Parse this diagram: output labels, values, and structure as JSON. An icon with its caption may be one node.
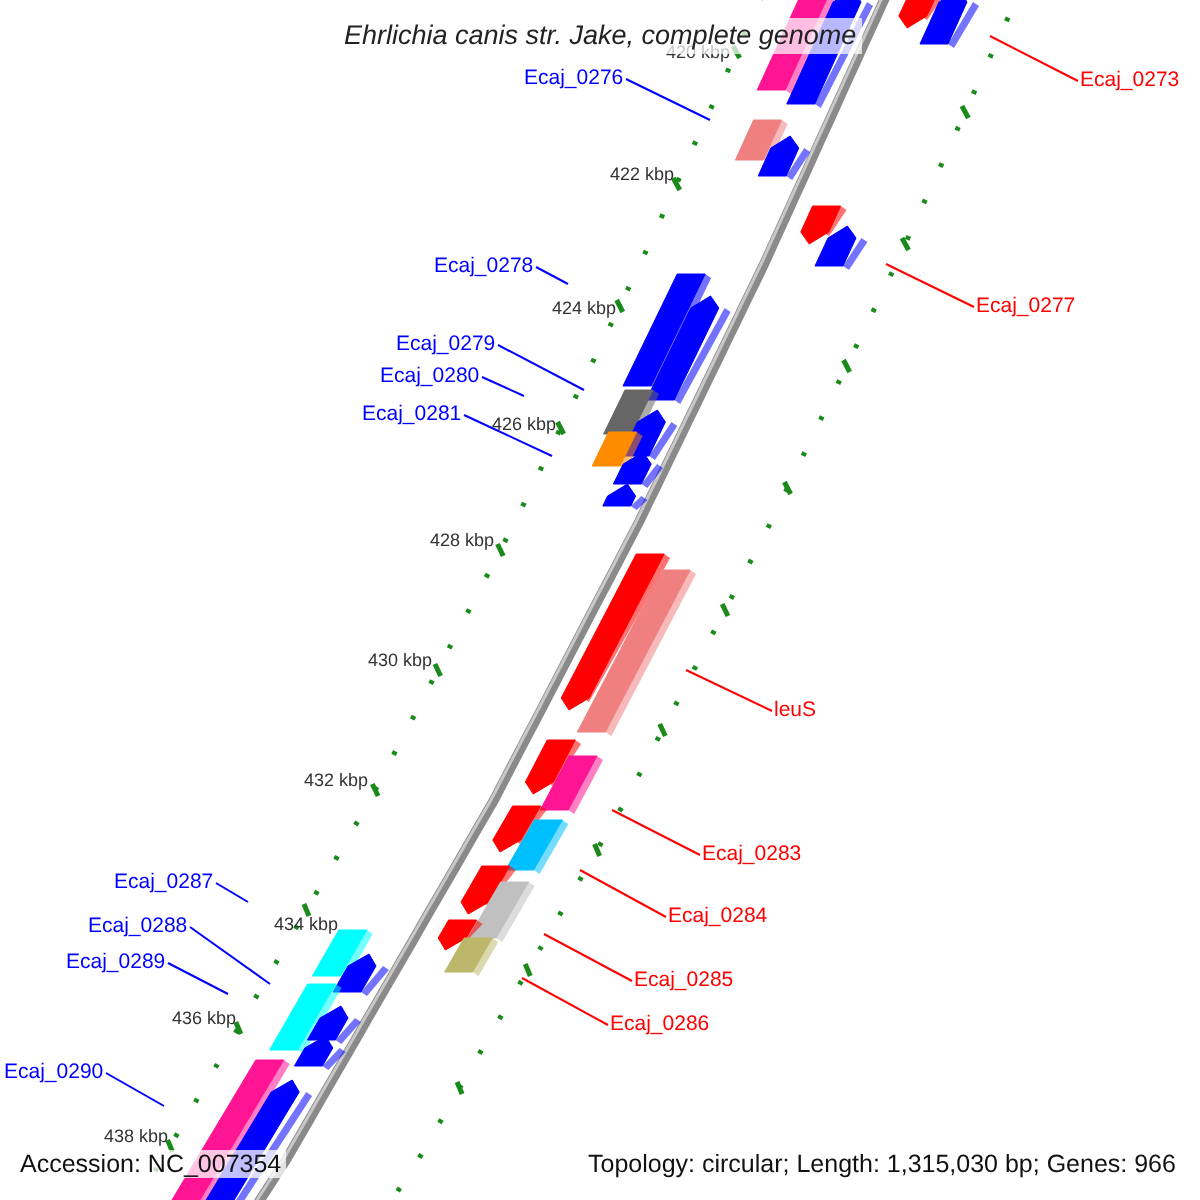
{
  "diagram": {
    "title": "Ehrlichia canis str. Jake, complete genome",
    "nodes": [
      {
        "text": [
          "Ecaj_0276"
        ]
      },
      {
        "text": [
          "Ecaj_0273"
        ]
      },
      {
        "text": [
          "Ecaj_0278"
        ]
      },
      {
        "text": [
          "Ecaj_0277"
        ]
      },
      {
        "text": [
          "Ecaj_0279"
        ]
      },
      {
        "text": [
          "Ecaj_0280"
        ]
      },
      {
        "text": [
          "Ecaj_0281"
        ]
      },
      {
        "text": [
          "leuS"
        ]
      },
      {
        "text": [
          "Ecaj_0283"
        ]
      },
      {
        "text": [
          "Ecaj_0287"
        ]
      },
      {
        "text": [
          "Ecaj_0284"
        ]
      },
      {
        "text": [
          "Ecaj_0288"
        ]
      },
      {
        "text": [
          "Ecaj_0289"
        ]
      },
      {
        "text": [
          "Ecaj_0285"
        ]
      },
      {
        "text": [
          "Ecaj_0286"
        ]
      },
      {
        "text": [
          "Ecaj_0290"
        ]
      }
    ],
    "edges": [
      {
        "from": 0,
        "to": null,
        "arrow": "none",
        "color": "#0000ff"
      },
      {
        "from": 1,
        "to": null,
        "arrow": "none",
        "color": "#ff0000"
      },
      {
        "from": 2,
        "to": null,
        "arrow": "none",
        "color": "#0000ff"
      },
      {
        "from": 3,
        "to": null,
        "arrow": "none",
        "color": "#ff0000"
      },
      {
        "from": 4,
        "to": null,
        "arrow": "none",
        "color": "#0000ff"
      },
      {
        "from": 5,
        "to": null,
        "arrow": "none",
        "color": "#0000ff"
      },
      {
        "from": 6,
        "to": null,
        "arrow": "none",
        "color": "#0000ff"
      },
      {
        "from": 7,
        "to": null,
        "arrow": "none",
        "color": "#ff0000"
      },
      {
        "from": 8,
        "to": null,
        "arrow": "none",
        "color": "#ff0000"
      },
      {
        "from": 9,
        "to": null,
        "arrow": "none",
        "color": "#0000ff"
      },
      {
        "from": 10,
        "to": null,
        "arrow": "none",
        "color": "#ff0000"
      },
      {
        "from": 11,
        "to": null,
        "arrow": "none",
        "color": "#0000ff"
      },
      {
        "from": 12,
        "to": null,
        "arrow": "none",
        "color": "#0000ff"
      },
      {
        "from": 13,
        "to": null,
        "arrow": "none",
        "color": "#ff0000"
      },
      {
        "from": 14,
        "to": null,
        "arrow": "none",
        "color": "#ff0000"
      },
      {
        "from": 15,
        "to": null,
        "arrow": "none",
        "color": "#0000ff"
      }
    ],
    "labels": [
      "420 kbp",
      "422 kbp",
      "424 kbp",
      "426 kbp",
      "428 kbp",
      "430 kbp",
      "432 kbp",
      "434 kbp",
      "436 kbp",
      "438 kbp",
      "Accession: NC_007354",
      "Topology: circular; Length: 1,315,030 bp; Genes: 966"
    ]
  }
}
